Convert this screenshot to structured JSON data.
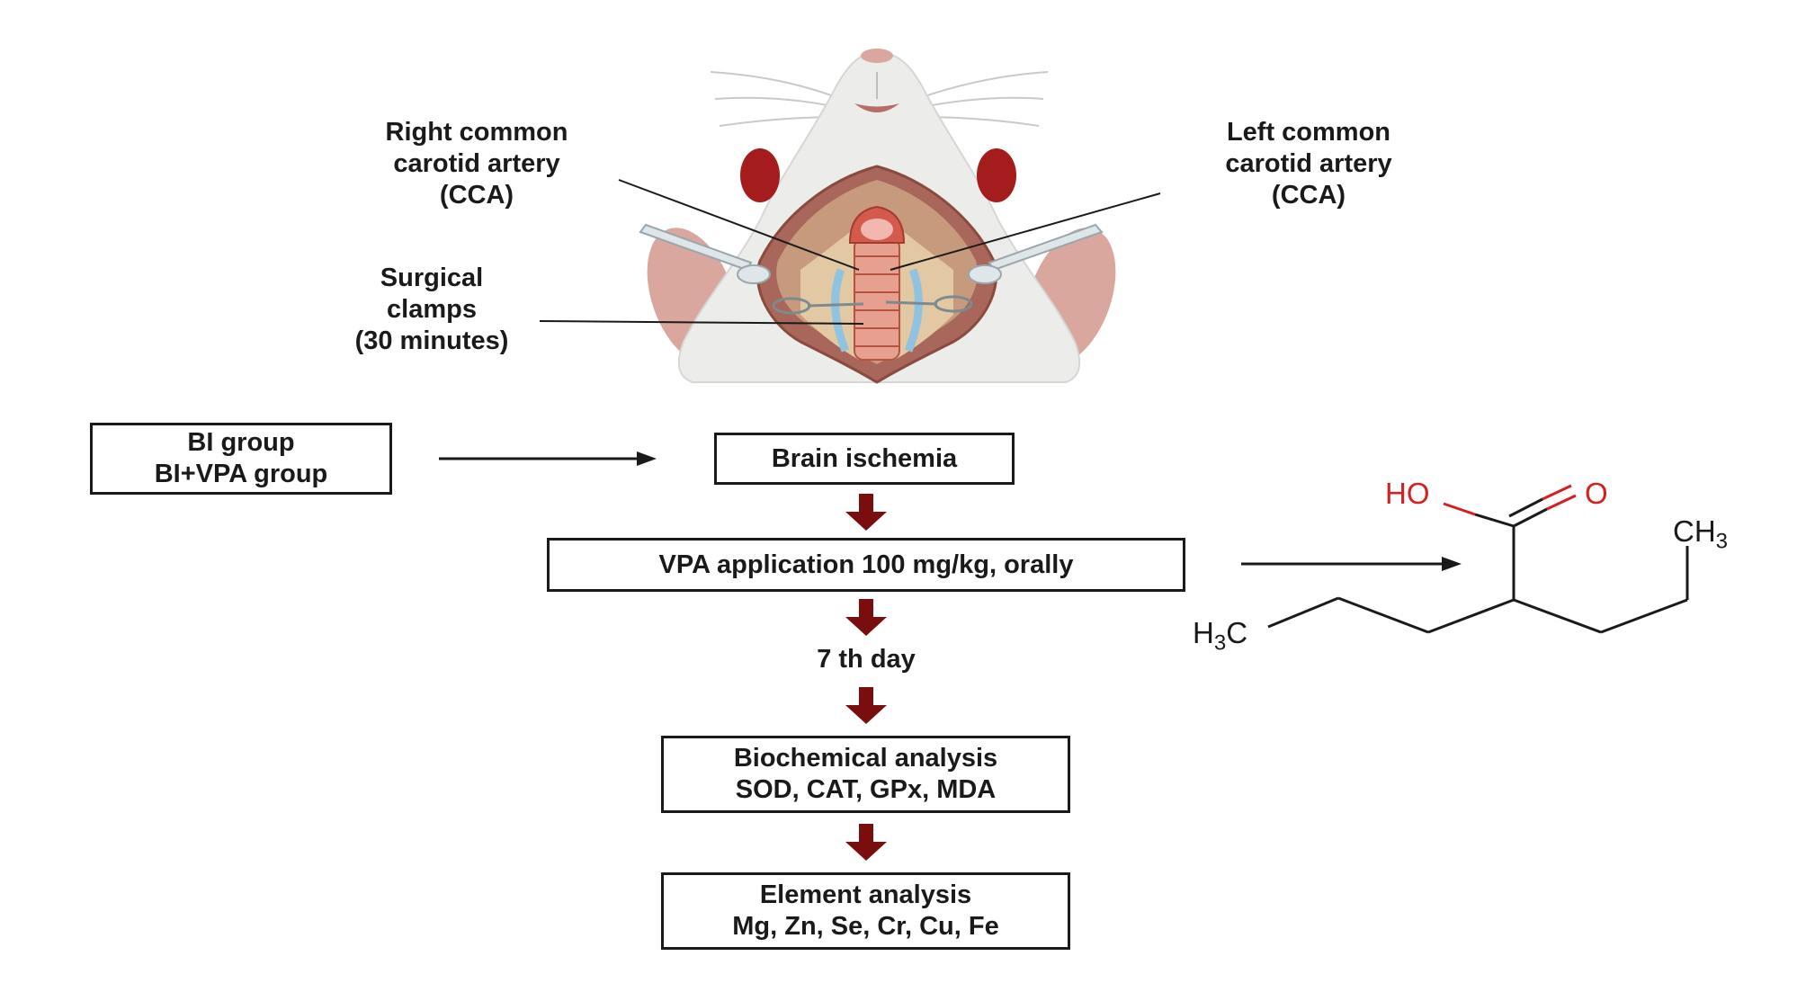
{
  "labels": {
    "right_cca": [
      "Right common",
      "carotid artery",
      "(CCA)"
    ],
    "left_cca": [
      "Left common",
      "carotid artery",
      "(CCA)"
    ],
    "clamps": [
      "Surgical",
      "clamps",
      "(30 minutes)"
    ]
  },
  "groups": [
    "BI group",
    "BI+VPA group"
  ],
  "steps": {
    "ischemia": "Brain ischemia",
    "vpa": "VPA application 100 mg/kg, orally",
    "day": "7 th day",
    "biochem": [
      "Biochemical analysis",
      "SOD, CAT, GPx, MDA"
    ],
    "element": [
      "Element analysis",
      "Mg, Zn, Se, Cr, Cu, Fe"
    ]
  },
  "molecule": {
    "ho": "HO",
    "o": "O",
    "ch3_base": "CH",
    "ch3_sub": "3",
    "h3c_base": "H",
    "h3c_sub": "3",
    "h3c_tail": "C"
  },
  "colors": {
    "flow_arrow": "#7a0d0d",
    "oxygen": "#d42020",
    "line": "#1a1a1a"
  }
}
